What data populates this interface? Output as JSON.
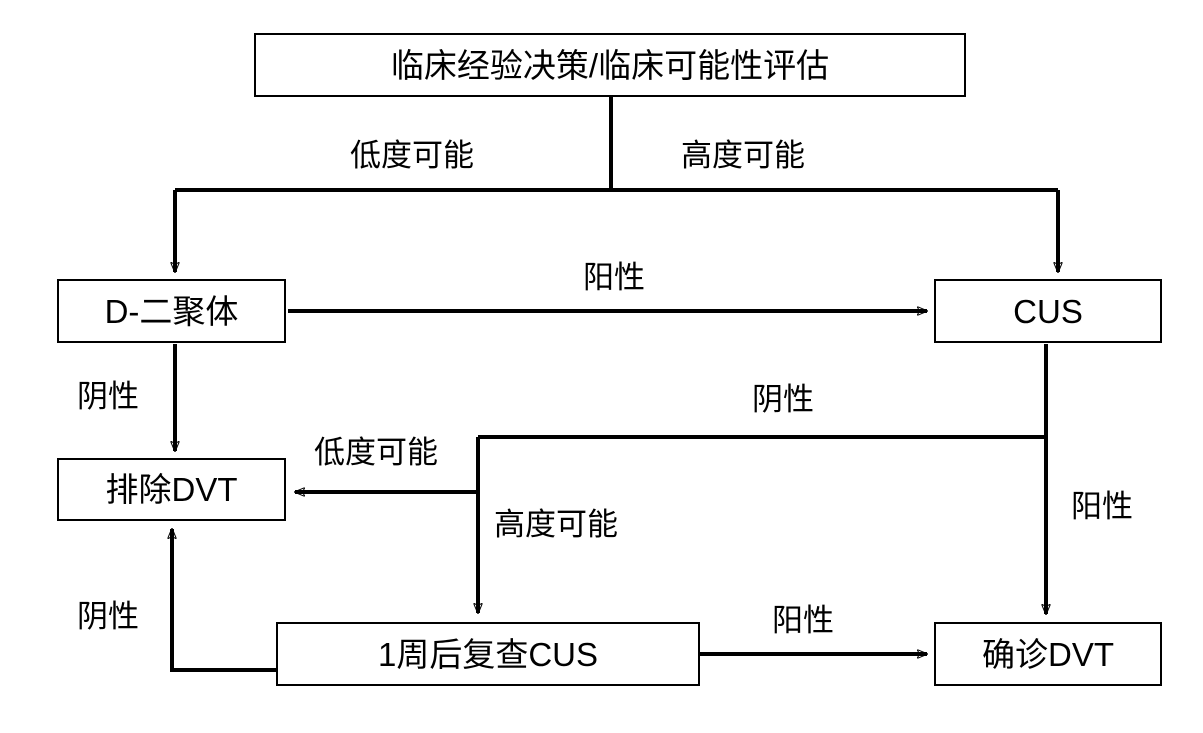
{
  "diagram": {
    "title_node": {
      "label": "临床经验决策/临床可能性评估"
    },
    "nodes": [
      {
        "id": "clinical-assessment",
        "label": "临床经验决策/临床可能性评估"
      },
      {
        "id": "d-dimer",
        "label": "D-二聚体"
      },
      {
        "id": "cus",
        "label": "CUS"
      },
      {
        "id": "exclude-dvt",
        "label": "排除DVT"
      },
      {
        "id": "repeat-cus",
        "label": "1周后复查CUS"
      },
      {
        "id": "confirm-dvt",
        "label": "确诊DVT"
      }
    ],
    "edges": [
      {
        "id": "assessment-to-ddimer",
        "from": "clinical-assessment",
        "to": "d-dimer",
        "label": "低度可能"
      },
      {
        "id": "assessment-to-cus",
        "from": "clinical-assessment",
        "to": "cus",
        "label": "高度可能"
      },
      {
        "id": "ddimer-to-cus",
        "from": "d-dimer",
        "to": "cus",
        "label": "阳性"
      },
      {
        "id": "ddimer-to-exclude",
        "from": "d-dimer",
        "to": "exclude-dvt",
        "label": "阴性"
      },
      {
        "id": "cus-negative",
        "from": "cus",
        "to": "junction",
        "label": "阴性"
      },
      {
        "id": "cus-positive",
        "from": "cus",
        "to": "confirm-dvt",
        "label": "阳性"
      },
      {
        "id": "junction-to-exclude",
        "from": "junction",
        "to": "exclude-dvt",
        "label": "低度可能"
      },
      {
        "id": "junction-to-repeat",
        "from": "junction",
        "to": "repeat-cus",
        "label": "高度可能"
      },
      {
        "id": "repeat-to-confirm",
        "from": "repeat-cus",
        "to": "confirm-dvt",
        "label": "阳性"
      },
      {
        "id": "repeat-to-exclude",
        "from": "repeat-cus",
        "to": "exclude-dvt",
        "label": "阴性"
      }
    ],
    "labels": {
      "low_probability_top": "低度可能",
      "high_probability_top": "高度可能",
      "positive_ddimer": "阳性",
      "negative_ddimer": "阴性",
      "negative_cus": "阴性",
      "positive_cus": "阳性",
      "low_probability_mid": "低度可能",
      "high_probability_mid": "高度可能",
      "positive_repeat": "阳性",
      "negative_repeat": "阴性"
    },
    "colors": {
      "stroke": "#000000",
      "background": "#ffffff",
      "text": "#000000"
    }
  }
}
